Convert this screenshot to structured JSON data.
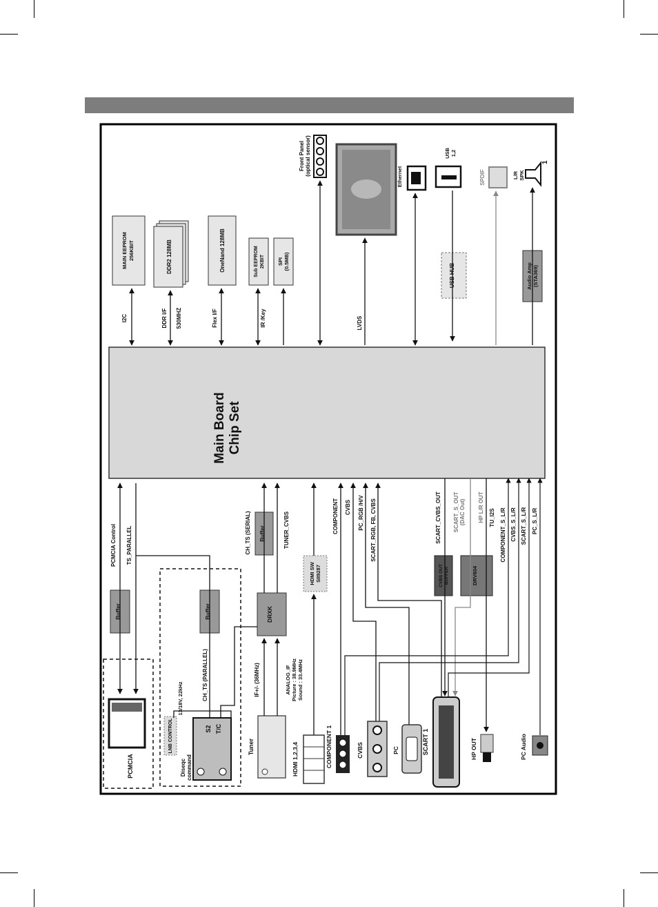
{
  "main_chip": {
    "line1": "Main Board",
    "line2": "Chip Set"
  },
  "page_number": "1",
  "top_devices": {
    "main_eeprom": {
      "l1": "MAIN EEPROM",
      "l2": "256KBIT"
    },
    "ddr2": "DDR2 128MB",
    "onenand": "OneNand 128MB",
    "sub_eeprom": {
      "l1": "Sub EEPROM",
      "l2": "2KBIT"
    },
    "spi": {
      "l1": "SPI",
      "l2": "(0.5MB)"
    },
    "front_panel": {
      "l1": "Front Panel",
      "l2": "(optical sensor)"
    },
    "ethernet": "Ethernet",
    "usb": {
      "l1": "USB",
      "l2": "1,2"
    },
    "usb_hub": "USB HUB",
    "spdif": "SPDIF",
    "audio_amp": {
      "l1": "Audio Amp",
      "l2": "(STA369)"
    },
    "lr_spk": {
      "l1": "L/R",
      "l2": "SPK"
    }
  },
  "top_buses": {
    "i2c": "I2C",
    "ddr_if": "DDR I/F",
    "freq": "530MHZ",
    "flex_if": "Flex I/F",
    "ir_key": "IR /Key",
    "lvds": "LVDS"
  },
  "left_blocks": {
    "pcmcia": "PCMCIA",
    "buffer": "Buffer",
    "lnb_control": "LNB CONTROL",
    "diseqc": {
      "l1": "Diseqc",
      "l2": "command"
    },
    "lnb_voltage": "13/18V, 22kHz",
    "s2": "S2",
    "tc": "T/C",
    "tuner": "Tuner",
    "drxk": "DRXK",
    "hdmi_sw": {
      "l1": "HDMI SW",
      "l2": "SII9287"
    },
    "cvbs_out_buffer": {
      "l1": "CVBS OUT",
      "l2": "BUFFER"
    },
    "drv604": "DRV604"
  },
  "signals": {
    "pcmcia_control": "PCMCIA Control",
    "ts_parallel": "TS_PARALLEL",
    "ch_ts_serial": "CH_TS (SERIAL)",
    "tuner_cvbs": "TUNER_CVBS",
    "ch_ts_parallel": "CH_TS (PARALLEL)",
    "if_36": "IF+/- (36MHz)",
    "analog_if": {
      "l1": "ANALOG_IF",
      "l2": "Picture : 38.9MHz",
      "l3": "Sound : 33.4MHz"
    },
    "component": "COMPONENT",
    "cvbs": "CVBS",
    "pc_rgb": "PC_RGB /H/V",
    "scart_rgb": "SCART_RGB, FB, CVBS",
    "scart_cvbs_out": "SCART_CVBS_OUT",
    "scart_s_out": {
      "l1": "SCART_S_OUT",
      "l2": "(DAC Out)"
    },
    "hp_lr_out": "HP L/R OUT",
    "tu_i2s": "TU_I2S",
    "component_s_lr": "COMPONENT_S_L/R",
    "cvbs_s_lr": "CVBS_S_L/R",
    "scart_s_lr": "SCART_S_L/R",
    "pc_s_lr": "PC_S_L/R"
  },
  "connectors": {
    "hdmi": "HDMI 1,2,3,4",
    "component1": "COMPONENT 1",
    "cvbs": "CVBS",
    "pc": "PC",
    "scart1": "SCART 1",
    "hp_out": "HP OUT",
    "pc_audio": "PC Audio"
  }
}
